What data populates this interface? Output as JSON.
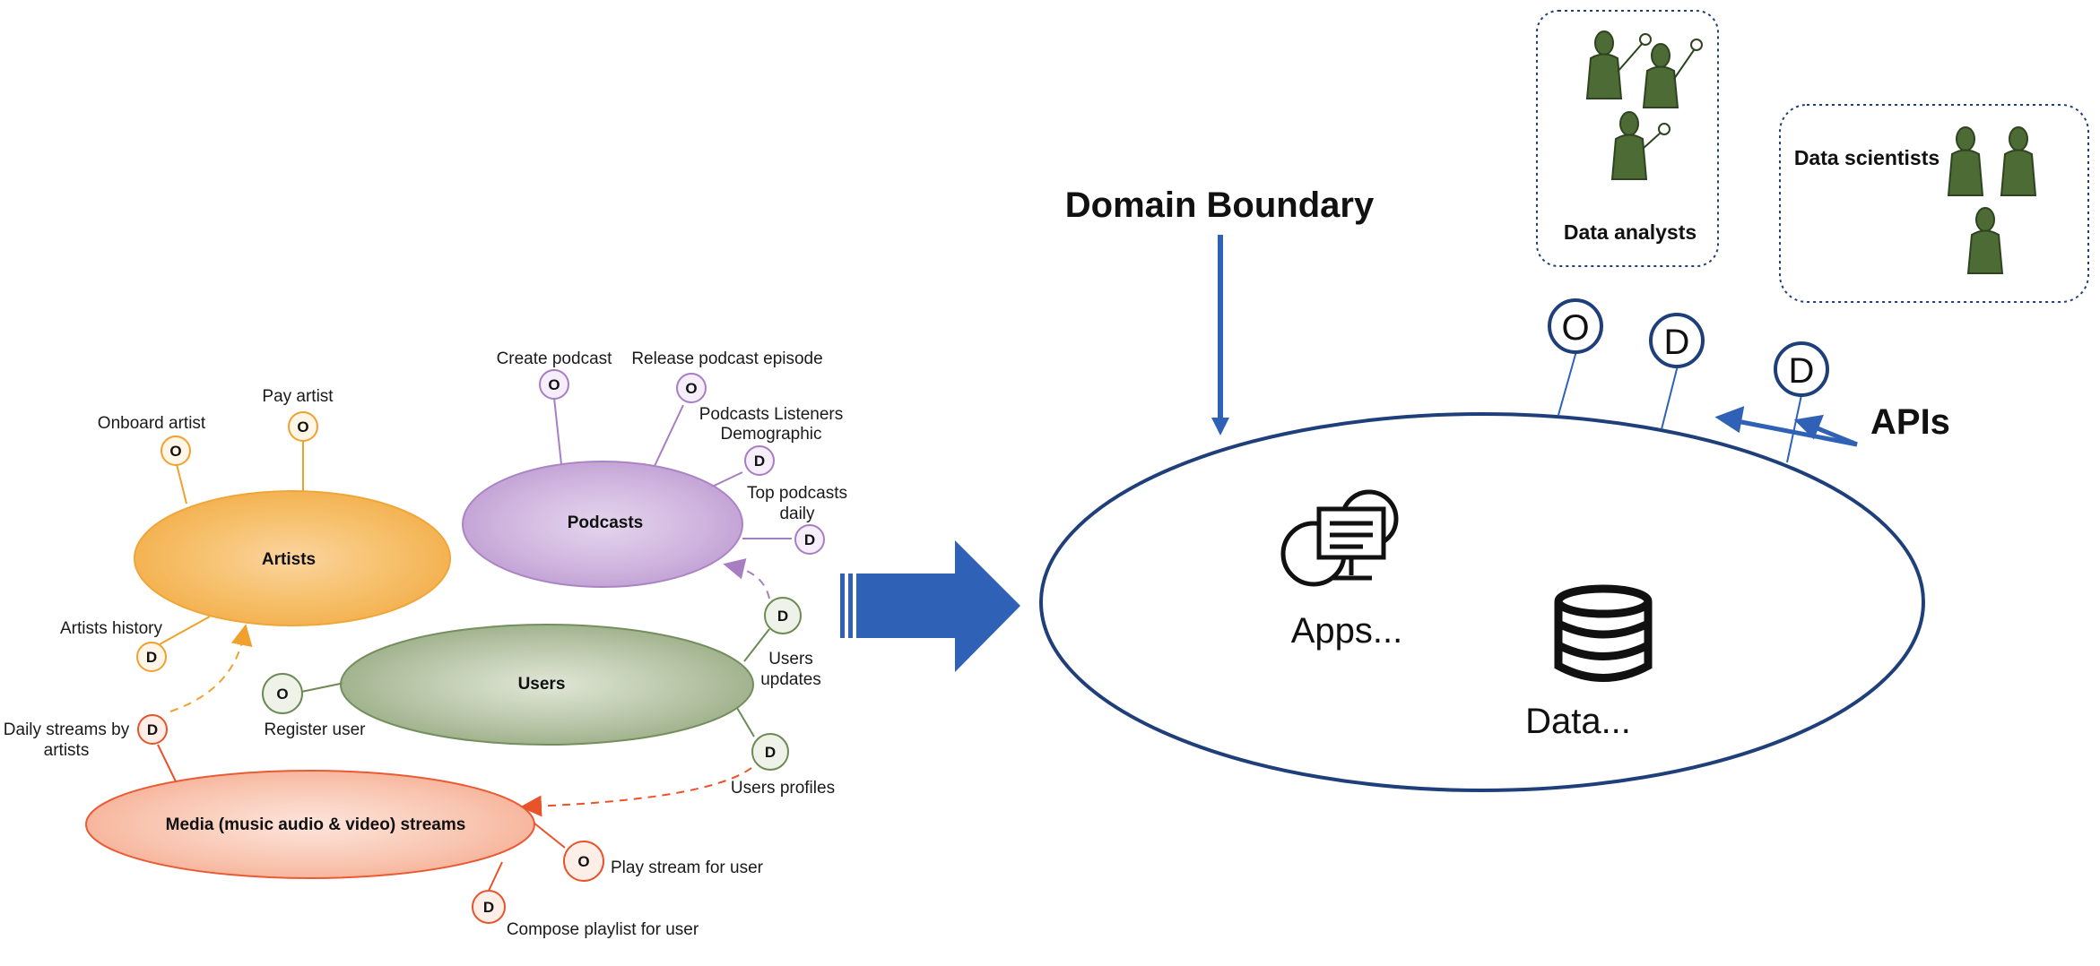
{
  "left_diagram": {
    "blobs": {
      "artists": "Artists",
      "podcasts": "Podcasts",
      "users": "Users",
      "media": "Media (music audio & video) streams"
    },
    "nodes": {
      "onboard_artist": {
        "letter": "O",
        "label": "Onboard artist"
      },
      "pay_artist": {
        "letter": "O",
        "label": "Pay artist"
      },
      "artists_history": {
        "letter": "D",
        "label": "Artists history"
      },
      "daily_streams": {
        "letter": "D",
        "label_line1": "Daily streams by",
        "label_line2": "artists"
      },
      "create_podcast": {
        "letter": "O",
        "label": "Create podcast"
      },
      "release_episode": {
        "letter": "O",
        "label": "Release podcast episode"
      },
      "listeners_demographic": {
        "letter": "D",
        "label_line1": "Podcasts Listeners",
        "label_line2": "Demographic"
      },
      "top_podcasts": {
        "letter": "D",
        "label_line1": "Top podcasts",
        "label_line2": "daily"
      },
      "users_updates": {
        "letter": "D",
        "label_line1": "Users",
        "label_line2": "updates"
      },
      "register_user": {
        "letter": "O",
        "label": "Register user"
      },
      "users_profiles": {
        "letter": "D",
        "label": "Users profiles"
      },
      "play_stream": {
        "letter": "O",
        "label": "Play stream for user"
      },
      "compose_playlist": {
        "letter": "D",
        "label": "Compose playlist for user"
      }
    }
  },
  "right_diagram": {
    "heading": "Domain Boundary",
    "apps_label": "Apps...",
    "data_label": "Data...",
    "apis_label": "APIs",
    "api_nodes": [
      "O",
      "D",
      "D"
    ],
    "teams": {
      "analysts": "Data analysts",
      "scientists": "Data scientists"
    },
    "colors": {
      "accent_blue": "#2f62b6",
      "domain_border": "#1f3f7a",
      "artists_orange": "#f0a12d",
      "podcasts_purple": "#a77ec2",
      "users_green": "#6d8a55",
      "media_red": "#e8532a"
    }
  }
}
